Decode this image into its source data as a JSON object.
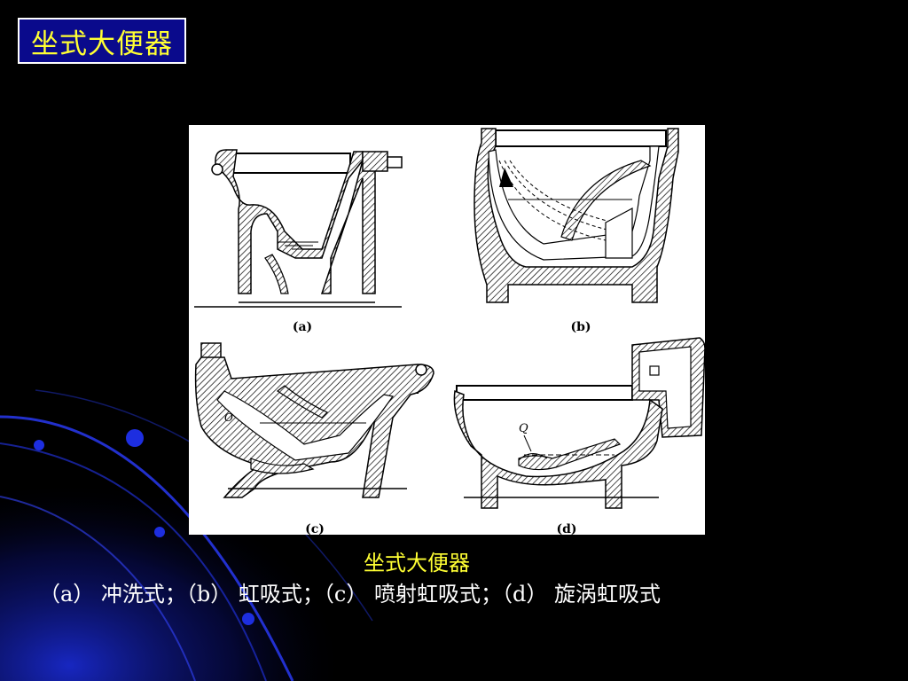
{
  "slide": {
    "title": "坐式大便器",
    "caption_title": "坐式大便器",
    "caption_line": "（a） 冲洗式；（b） 虹吸式；（c） 喷射虹吸式；（d） 旋涡虹吸式"
  },
  "figure": {
    "panels": [
      {
        "label": "(a)"
      },
      {
        "label": "(b)"
      },
      {
        "label": "(c)"
      },
      {
        "label": "(d)"
      }
    ],
    "annotation_q": "Q",
    "annotation_o": "O"
  },
  "colors": {
    "background": "#000000",
    "title_box": "#0a0a8c",
    "title_text": "#ffff33",
    "caption_title": "#ffff33",
    "caption_text": "#ffffff",
    "accent_blue": "#1a2bd6"
  }
}
